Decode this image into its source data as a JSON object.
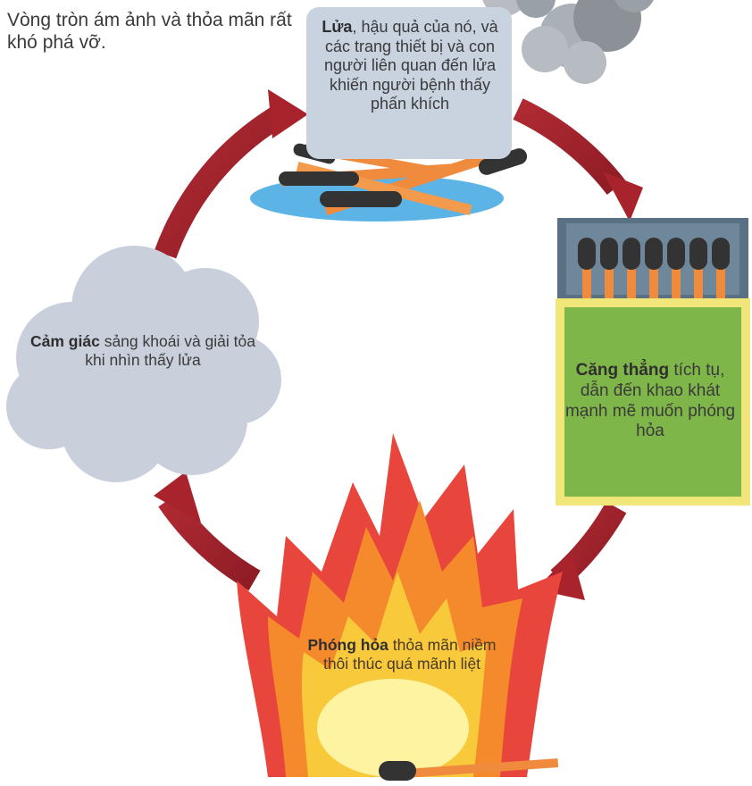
{
  "subtitle": "Vòng tròn ám ảnh và thỏa mãn rất khó phá vỡ.",
  "nodes": {
    "fire": {
      "bold": "Lửa",
      "text": ", hậu quả của nó, và các trang thiết bị và con người liên quan đến lửa khiến người bệnh thấy phấn khích"
    },
    "tension": {
      "bold": "Căng thẳng",
      "text": " tích tụ, dẫn đến khao khát mạnh mẽ muốn phóng hỏa"
    },
    "arson": {
      "bold": "Phóng hỏa",
      "text": " thỏa mãn niềm thôi thúc quá mãnh liệt"
    },
    "feeling": {
      "bold": "Cảm giác",
      "text": " sảng khoái và giải tỏa khi nhìn thấy lửa"
    }
  },
  "colors": {
    "arrow": "#a8232b",
    "arrow_dark": "#7d1820",
    "cloud": "#c9cfdb",
    "smoke": "#9aa0a8",
    "water": "#5bb4e5",
    "match_stick": "#f08a3c",
    "match_head": "#333333",
    "box_green": "#7fb64a",
    "box_border": "#f0e67a",
    "box_top": "#5a7184",
    "flame_outer": "#e8453c",
    "flame_mid": "#f48a2c",
    "flame_inner": "#f8c93a",
    "flame_core": "#fdf3a0"
  },
  "icons": [
    "smoke-icon",
    "burnt-matches-icon",
    "matchbox-icon",
    "flame-icon",
    "cloud-icon",
    "cycle-arrow-icon"
  ]
}
